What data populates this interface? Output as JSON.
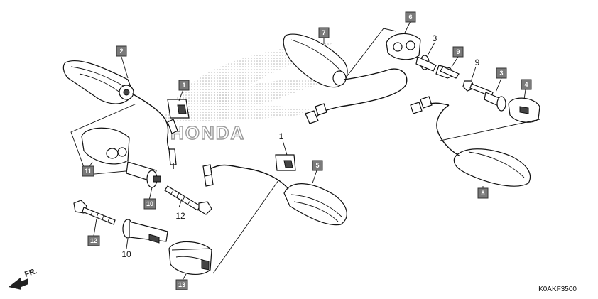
{
  "callouts": {
    "c1a": "1",
    "c1b": "1",
    "c2": "2",
    "c3a": "3",
    "c3b": "3",
    "c4": "4",
    "c5": "5",
    "c6": "6",
    "c7": "7",
    "c8": "8",
    "c9a": "9",
    "c9b": "9",
    "c10a": "10",
    "c10b": "10",
    "c11": "11",
    "c12a": "12",
    "c12b": "12",
    "c13": "13"
  },
  "watermark": {
    "text": "HONDA"
  },
  "direction": {
    "label": "FR."
  },
  "reference_code": "K0AKF3500",
  "colors": {
    "callout_fill": "#7a7a7a",
    "line": "#111111",
    "watermark_dots": "#b5b5b5"
  },
  "icons": {
    "direction_arrow": "front-arrow-icon",
    "logo": "honda-wing-logo"
  }
}
